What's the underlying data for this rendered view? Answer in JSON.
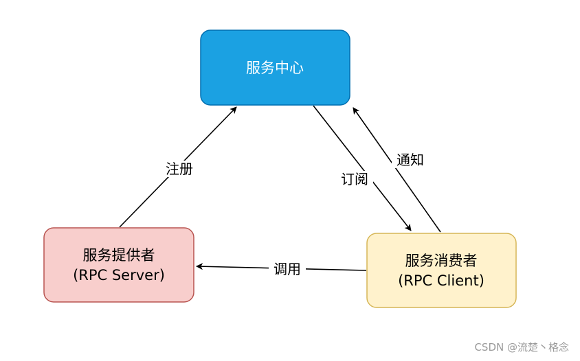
{
  "colors": {
    "registry_fill": "#1ba1e2",
    "registry_stroke": "#006eaf",
    "registry_text": "#ffffff",
    "provider_fill": "#f8cecc",
    "provider_stroke": "#b85450",
    "consumer_fill": "#fff2cc",
    "consumer_stroke": "#d6b656",
    "node_text": "#000000",
    "edge": "#000000",
    "watermark": "#9a9a9a"
  },
  "nodes": {
    "registry": {
      "label": "服务中心"
    },
    "provider": {
      "label": "服务提供者",
      "sublabel": "(RPC Server)"
    },
    "consumer": {
      "label": "服务消费者",
      "sublabel": "(RPC Client)"
    }
  },
  "edges": {
    "register": {
      "label": "注册"
    },
    "subscribe": {
      "label": "订阅"
    },
    "notify": {
      "label": "通知"
    },
    "invoke": {
      "label": "调用"
    }
  },
  "watermark": "CSDN @流楚丶格念"
}
